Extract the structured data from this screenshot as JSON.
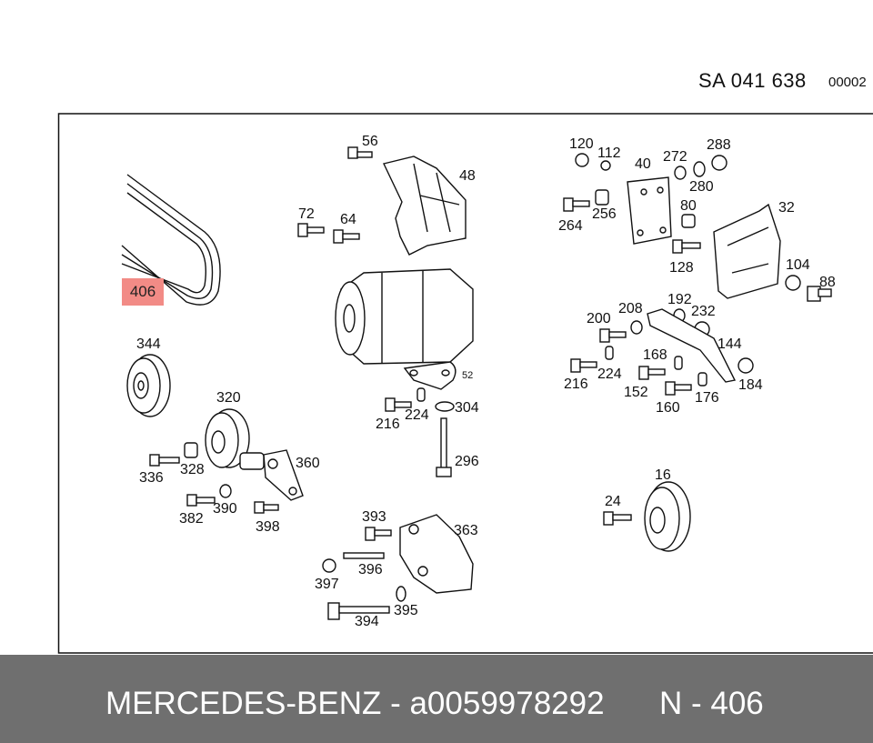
{
  "header": {
    "code": "SA 041 638",
    "page": "00002"
  },
  "highlight": {
    "label": "406"
  },
  "footer": {
    "brand_part": "MERCEDES-BENZ - a0059978292",
    "position": "N - 406"
  },
  "labels": {
    "l56": "56",
    "l48": "48",
    "l72": "72",
    "l64": "64",
    "l120": "120",
    "l112": "112",
    "l40": "40",
    "l272": "272",
    "l288": "288",
    "l280": "280",
    "l264": "264",
    "l256": "256",
    "l80": "80",
    "l32": "32",
    "l128": "128",
    "l104": "104",
    "l88": "88",
    "l344": "344",
    "l320": "320",
    "l336": "336",
    "l328": "328",
    "l360": "360",
    "l382": "382",
    "l390": "390",
    "l398": "398",
    "l52": "52",
    "l216a": "216",
    "l224a": "224",
    "l304": "304",
    "l296": "296",
    "l200": "200",
    "l208": "208",
    "l192": "192",
    "l232": "232",
    "l144": "144",
    "l168": "168",
    "l216b": "216",
    "l224b": "224",
    "l152": "152",
    "l176": "176",
    "l184": "184",
    "l160": "160",
    "l393": "393",
    "l363": "363",
    "l397": "397",
    "l396": "396",
    "l395": "395",
    "l394": "394",
    "l16": "16",
    "l24": "24"
  }
}
